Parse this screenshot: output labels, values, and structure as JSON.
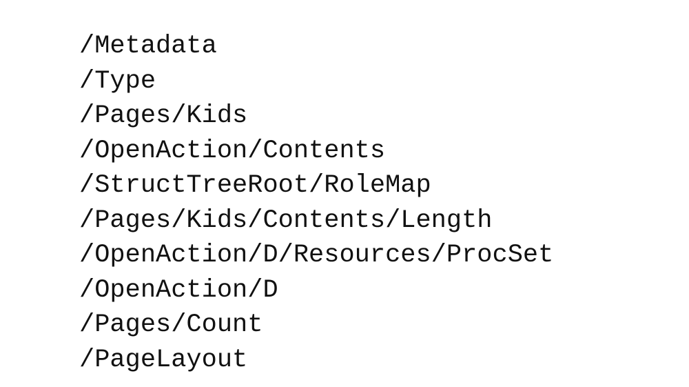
{
  "paths": [
    "/Metadata",
    "/Type",
    "/Pages/Kids",
    "/OpenAction/Contents",
    "/StructTreeRoot/RoleMap",
    "/Pages/Kids/Contents/Length",
    "/OpenAction/D/Resources/ProcSet",
    "/OpenAction/D",
    "/Pages/Count",
    "/PageLayout"
  ]
}
